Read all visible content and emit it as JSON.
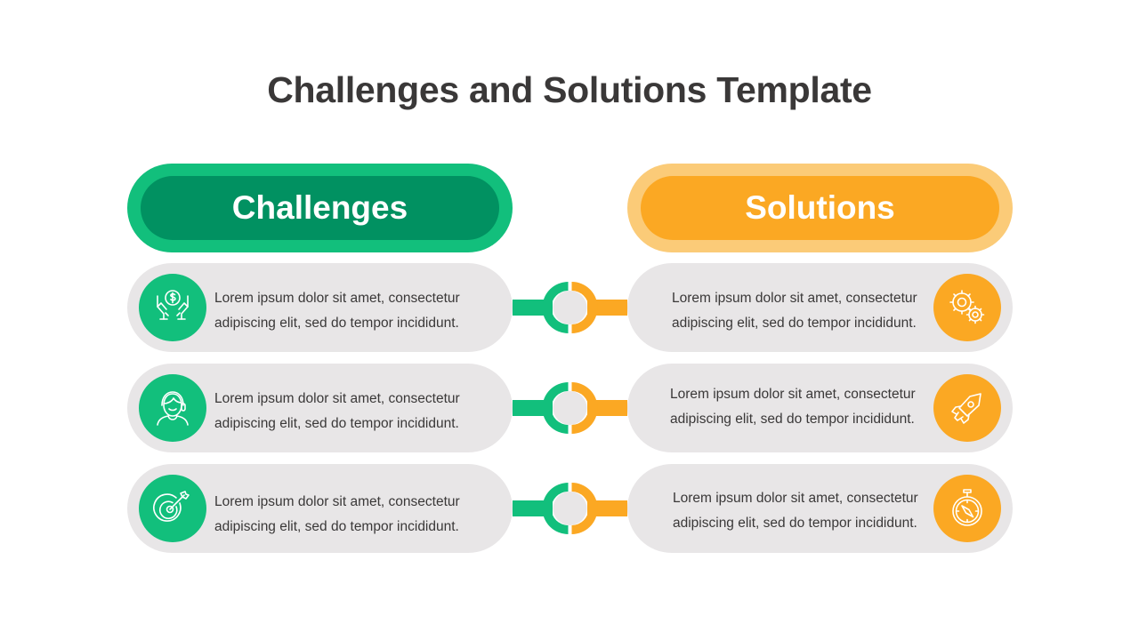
{
  "title": "Challenges and Solutions Template",
  "colors": {
    "green_outer": "#12bf7c",
    "green_inner": "#019161",
    "orange_outer": "#fbcb78",
    "orange_inner": "#fba823",
    "card_bg": "#e8e6e7",
    "title_text": "#3a3838"
  },
  "headers": {
    "left": "Challenges",
    "right": "Solutions"
  },
  "challenges": [
    {
      "icon": "money-in-hands-icon",
      "line1": "Lorem ipsum dolor sit amet, consectetur",
      "line2": "adipiscing elit, sed do tempor incididunt."
    },
    {
      "icon": "customer-support-headset-icon",
      "line1": "Lorem ipsum dolor sit amet, consectetur",
      "line2": "adipiscing elit, sed do tempor incididunt."
    },
    {
      "icon": "target-arrow-icon",
      "line1": "Lorem ipsum dolor sit amet, consectetur",
      "line2": "adipiscing elit, sed do tempor incididunt."
    }
  ],
  "solutions": [
    {
      "icon": "gears-icon",
      "line1": "Lorem ipsum dolor sit amet, consectetur",
      "line2": "adipiscing elit, sed do tempor incididunt."
    },
    {
      "icon": "rocket-icon",
      "line1": "Lorem ipsum dolor sit amet, consectetur",
      "line2": "adipiscing elit, sed do tempor incididunt."
    },
    {
      "icon": "compass-icon",
      "line1": "Lorem ipsum dolor sit amet, consectetur",
      "line2": "adipiscing elit, sed do tempor incididunt."
    }
  ]
}
